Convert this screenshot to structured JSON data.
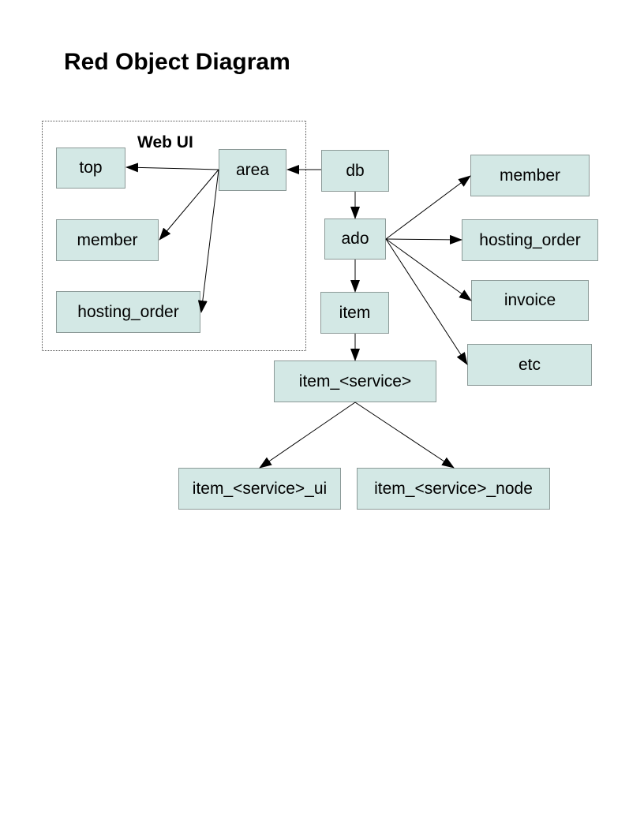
{
  "title": "Red Object Diagram",
  "group": {
    "label": "Web UI"
  },
  "nodes": {
    "top": "top",
    "webui_member": "member",
    "webui_hosting_order": "hosting_order",
    "area": "area",
    "db": "db",
    "ado": "ado",
    "item": "item",
    "item_service": "item_<service>",
    "item_service_ui": "item_<service>_ui",
    "item_service_node": "item_<service>_node",
    "member": "member",
    "hosting_order": "hosting_order",
    "invoice": "invoice",
    "etc": "etc"
  },
  "colors": {
    "node_fill": "#d3e8e5",
    "node_border": "#8c9a98",
    "edge": "#000000"
  }
}
